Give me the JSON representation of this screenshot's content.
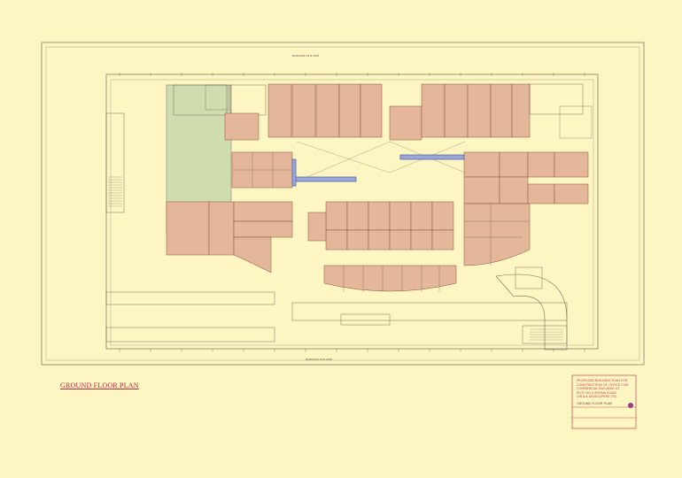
{
  "drawing": {
    "title": "GROUND FLOOR PLAN",
    "title_block": {
      "lines": [
        "PROPOSED BUILDING PLAN FOR",
        "CONSTRUCTION OF OFFICE CUM",
        "COMMERCIAL BUILDING AT",
        "PLOT NO.4 SOHNA ROAD",
        "CHOLA DEVELOPERS LTD."
      ],
      "sub_lines": [
        "GROUND FLOOR PLAN"
      ]
    }
  },
  "colors": {
    "background": "#fdf6c3",
    "line": "#7a6a58",
    "shop_fill": "#e4b79a",
    "shop_stroke": "#8b4e3c",
    "green_area": "#cfdcae",
    "blue_beam": "#5566aa",
    "accent_red": "#b8283a"
  }
}
